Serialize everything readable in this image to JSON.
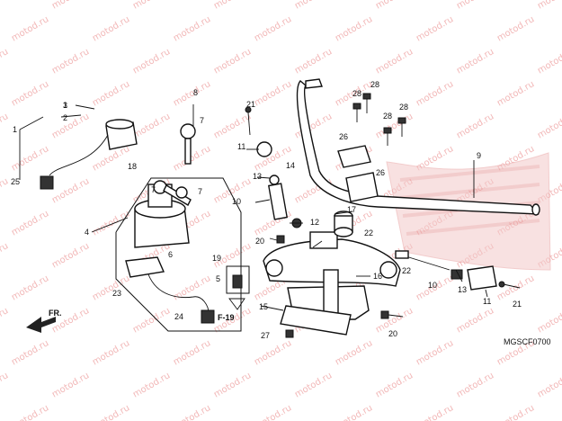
{
  "watermark": {
    "text": "motod.ru",
    "color": "#f2b8b8"
  },
  "brand_emblem": {
    "name": "honda-wing-emblem",
    "color": "#f0c9c9"
  },
  "callouts": [
    "1",
    "2",
    "3",
    "4",
    "5",
    "6",
    "7",
    "8",
    "9",
    "10",
    "11",
    "12",
    "13",
    "14",
    "15",
    "16",
    "17",
    "18",
    "19",
    "20",
    "21",
    "22",
    "23",
    "24",
    "25",
    "26",
    "27",
    "28"
  ],
  "diagram_code": "MGSCF0700",
  "ref_label": "F-19",
  "front_label": "FR."
}
